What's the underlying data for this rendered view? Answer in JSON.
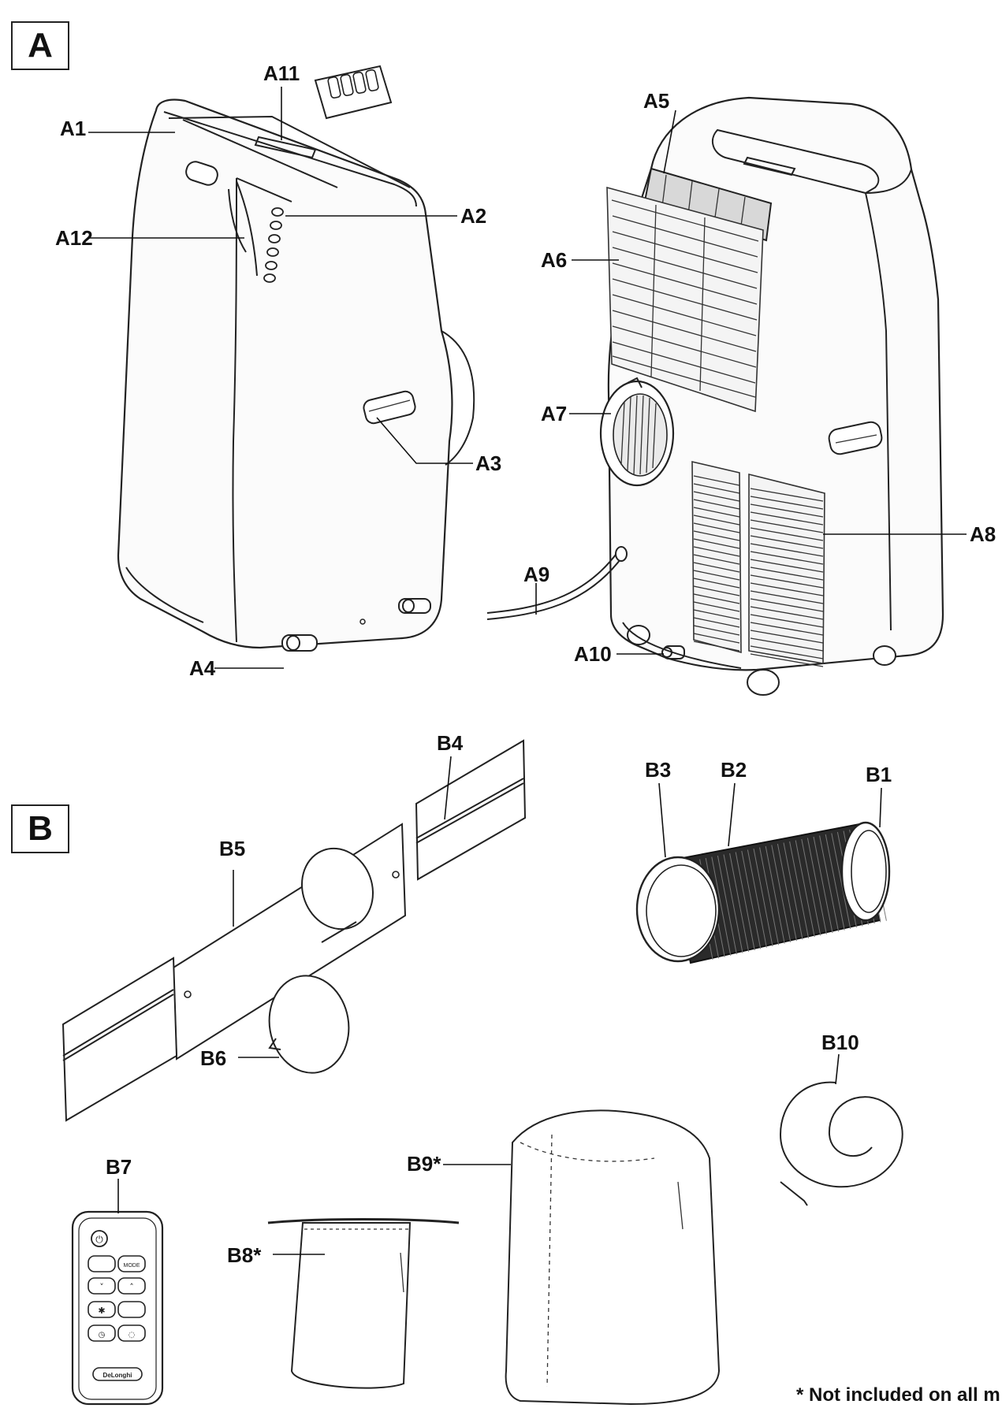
{
  "sections": {
    "a": "A",
    "b": "B"
  },
  "callouts": {
    "a1": "A1",
    "a2": "A2",
    "a3": "A3",
    "a4": "A4",
    "a5": "A5",
    "a6": "A6",
    "a7": "A7",
    "a8": "A8",
    "a9": "A9",
    "a10": "A10",
    "a11": "A11",
    "a12": "A12",
    "b1": "B1",
    "b2": "B2",
    "b3": "B3",
    "b4": "B4",
    "b5": "B5",
    "b6": "B6",
    "b7": "B7",
    "b8": "B8*",
    "b9": "B9*",
    "b10": "B10"
  },
  "footnote": "* Not included on all m",
  "remote_brand": "DeLonghi",
  "remote_mode": "MODE"
}
